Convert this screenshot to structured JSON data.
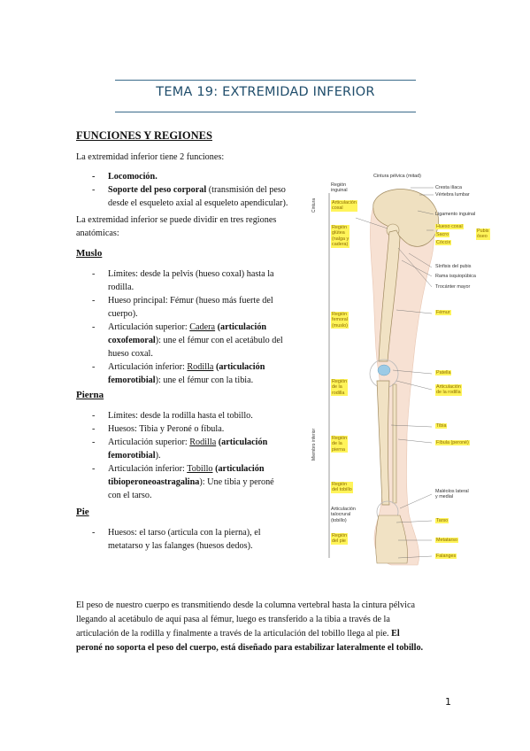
{
  "title": "TEMA 19: EXTREMIDAD INFERIOR",
  "section_heading": "FUNCIONES Y REGIONES",
  "intro": "La extremidad inferior tiene 2 funciones:",
  "functions": {
    "f1": "Locomoción.",
    "f2_bold": "Soporte del peso corporal",
    "f2_rest": " (transmisión del peso",
    "f2_line2": "desde el esqueleto axial al esqueleto apendicular)."
  },
  "regions_intro_1": "La extremidad inferior se puede dividir en tres regiones",
  "regions_intro_2": "anatómicas:",
  "muslo": {
    "heading": "Muslo",
    "l1a": "Límites: desde la pelvis (hueso coxal) hasta la",
    "l1b": "rodilla.",
    "l2a": "Hueso principal: Fémur (hueso más fuerte del",
    "l2b": "cuerpo).",
    "l3a_pre": "Articulación superior: ",
    "l3a_u": "Cadera",
    "l3a_bold": " (articulación",
    "l3b_bold": "coxofemoral",
    "l3b_rest": "): une el fémur con el acetábulo del",
    "l3c": "hueso coxal.",
    "l4a_pre": "Articulación inferior: ",
    "l4a_u": "Rodilla",
    "l4a_bold": " (articulación",
    "l4b_bold": "femorotibial",
    "l4b_rest": "): une el fémur con la tibia."
  },
  "pierna": {
    "heading": "Pierna",
    "l1": "Límites: desde la rodilla hasta el tobillo.",
    "l2": "Huesos: Tibia y Peroné o fíbula.",
    "l3a_pre": "Articulación superior: ",
    "l3a_u": "Rodilla",
    "l3a_bold": " (articulación",
    "l3b_bold": "femorotibial",
    "l3b_rest": ").",
    "l4a_pre": "Articulación inferior: ",
    "l4a_u": "Tobillo",
    "l4a_bold": " (articulación",
    "l4b_bold": "tibioperoneoastragalina",
    "l4b_rest": "): Une tibia y peroné",
    "l4c": "con el tarso."
  },
  "pie": {
    "heading": "Pie",
    "l1a": "Huesos: el tarso (articula con la pierna), el",
    "l1b": "metatarso y las falanges (huesos dedos)."
  },
  "bottom": {
    "line1": "El peso de nuestro cuerpo es transmitiendo desde la columna vertebral hasta la cintura pélvica",
    "line2": "llegando al acetábulo de aquí pasa al fémur, luego es transferido a la tibia a través de la",
    "line3": "articulación de la rodilla y finalmente a través de la articulación del tobillo llega al pie.",
    "line3_bold": " El",
    "line4_bold": "peroné no soporta el peso del cuerpo, está diseñado para estabilizar lateralmente el tobillo."
  },
  "page_number": "1",
  "figure": {
    "left_labels": {
      "region_inguinal": "Región\ninguinal",
      "art_coxal": "Articulación\ncoxal",
      "region_glutea": "Región\nglútea\n(nalga y\ncadera)",
      "region_femoral": "Región\nfemoral\n(muslo)",
      "region_rodilla": "Región\nde la\nrodilla",
      "region_pierna": "Región\nde la\npierna",
      "region_tobillo": "Región\ndel tobillo",
      "art_talocrural": "Articulación\ntalocrural\n(tobillo)",
      "region_pie": "Región\ndel pie",
      "vertical_top": "Cintura",
      "vertical_main": "Miembro inferior"
    },
    "right_labels": {
      "cintura_pelvica": "Cintura pélvica (mitad)",
      "cresta_iliaca": "Cresta ilíaca",
      "vertebra_lumbar": "Vértebra lumbar",
      "ligamento_inguinal": "Ligamento inguinal",
      "hueso_coxal": "Hueso coxal",
      "sacro": "Sacro",
      "coccix": "Cóccix",
      "pubis_oseo": "Pubis\nóseo",
      "sinfisis": "Sínfisis del pubis",
      "rama_isquio": "Rama isquiopúbica",
      "trocanter": "Trocánter mayor",
      "femur": "Fémur",
      "patella": "Patella",
      "art_rodilla": "Articulación\nde la rodilla",
      "tibia": "Tibia",
      "fibula": "Fíbula (peroné)",
      "maleolos": "Maléolos lateral\ny medial",
      "tarso": "Tarso",
      "metatarso": "Metatarso",
      "falanges": "Falanges"
    }
  }
}
